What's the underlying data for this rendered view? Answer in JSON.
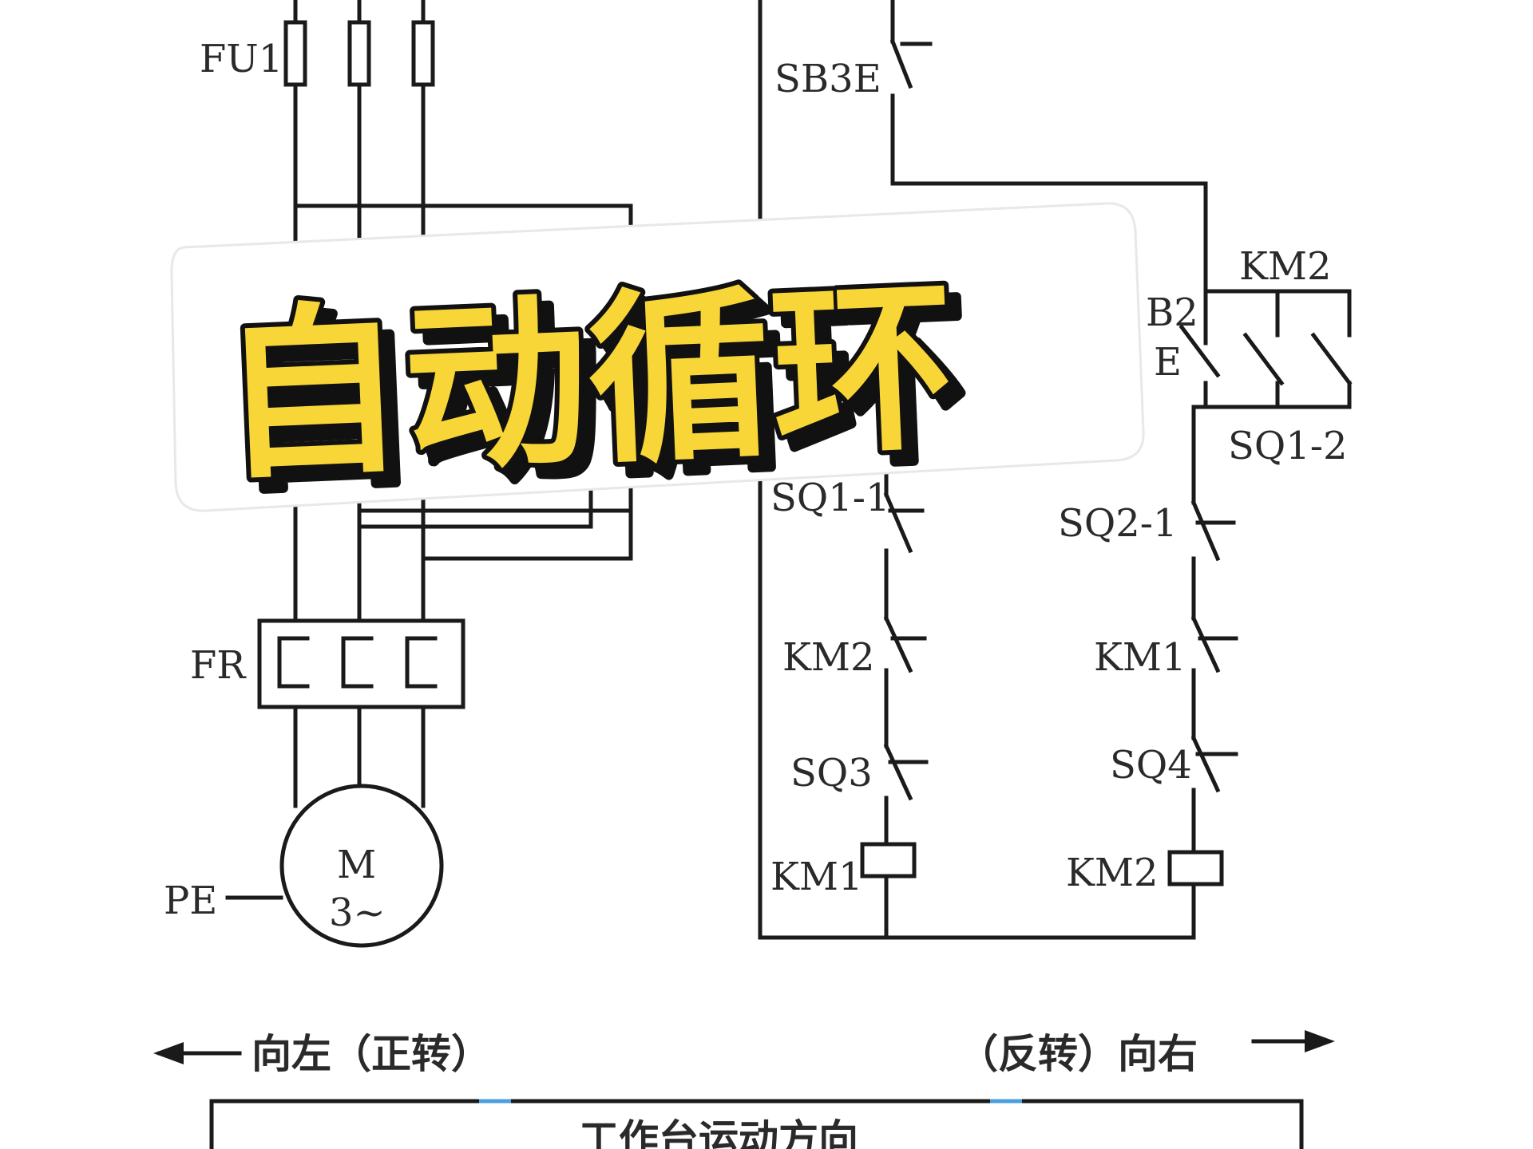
{
  "title": "自动循环",
  "labels": {
    "fu1": "FU1",
    "sb3e": "SB3E",
    "km2_top": "KM2",
    "b2": "B2",
    "e": "E",
    "sq1_2": "SQ1-2",
    "sq1_1": "SQ1-1",
    "sq2_1": "SQ2-1",
    "km2_left": "KM2",
    "km1_right": "KM1",
    "sq3": "SQ3",
    "sq4": "SQ4",
    "km1_coil": "KM1",
    "km2_coil": "KM2",
    "fr": "FR",
    "motor_m": "M",
    "motor_phase": "3~",
    "pe": "PE"
  },
  "direction": {
    "left": "向左（正转）",
    "right": "（反转）向右"
  },
  "table_caption": "工作台运动方向",
  "colors": {
    "title_fill": "#f9d637",
    "title_stroke": "#111111",
    "wire": "#1a1a1a",
    "accent": "#4a9fdc"
  }
}
